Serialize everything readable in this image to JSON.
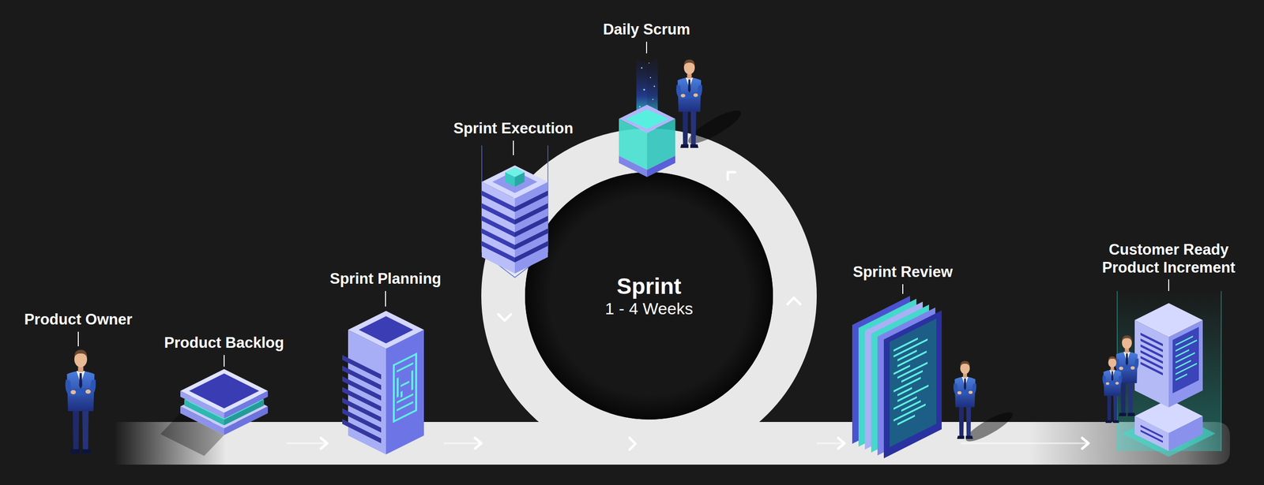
{
  "diagram": {
    "nodes": [
      {
        "text": [
          "Product Owner"
        ]
      },
      {
        "text": [
          "Product Backlog"
        ]
      },
      {
        "text": [
          "Sprint Planning"
        ]
      },
      {
        "text": [
          "Sprint",
          "1 - 4 Weeks"
        ]
      },
      {
        "text": [
          "Sprint Execution"
        ]
      },
      {
        "text": [
          "Daily Scrum"
        ]
      },
      {
        "text": [
          "Sprint Review"
        ]
      },
      {
        "text": [
          "Customer Ready Product Increment"
        ]
      }
    ],
    "edges": [
      {
        "from": 1,
        "to": 2,
        "arrow": "to"
      },
      {
        "from": 2,
        "to": 3,
        "arrow": "to"
      },
      {
        "from": 3,
        "to": 6,
        "arrow": "to"
      },
      {
        "from": 6,
        "to": 7,
        "arrow": "to"
      }
    ]
  }
}
